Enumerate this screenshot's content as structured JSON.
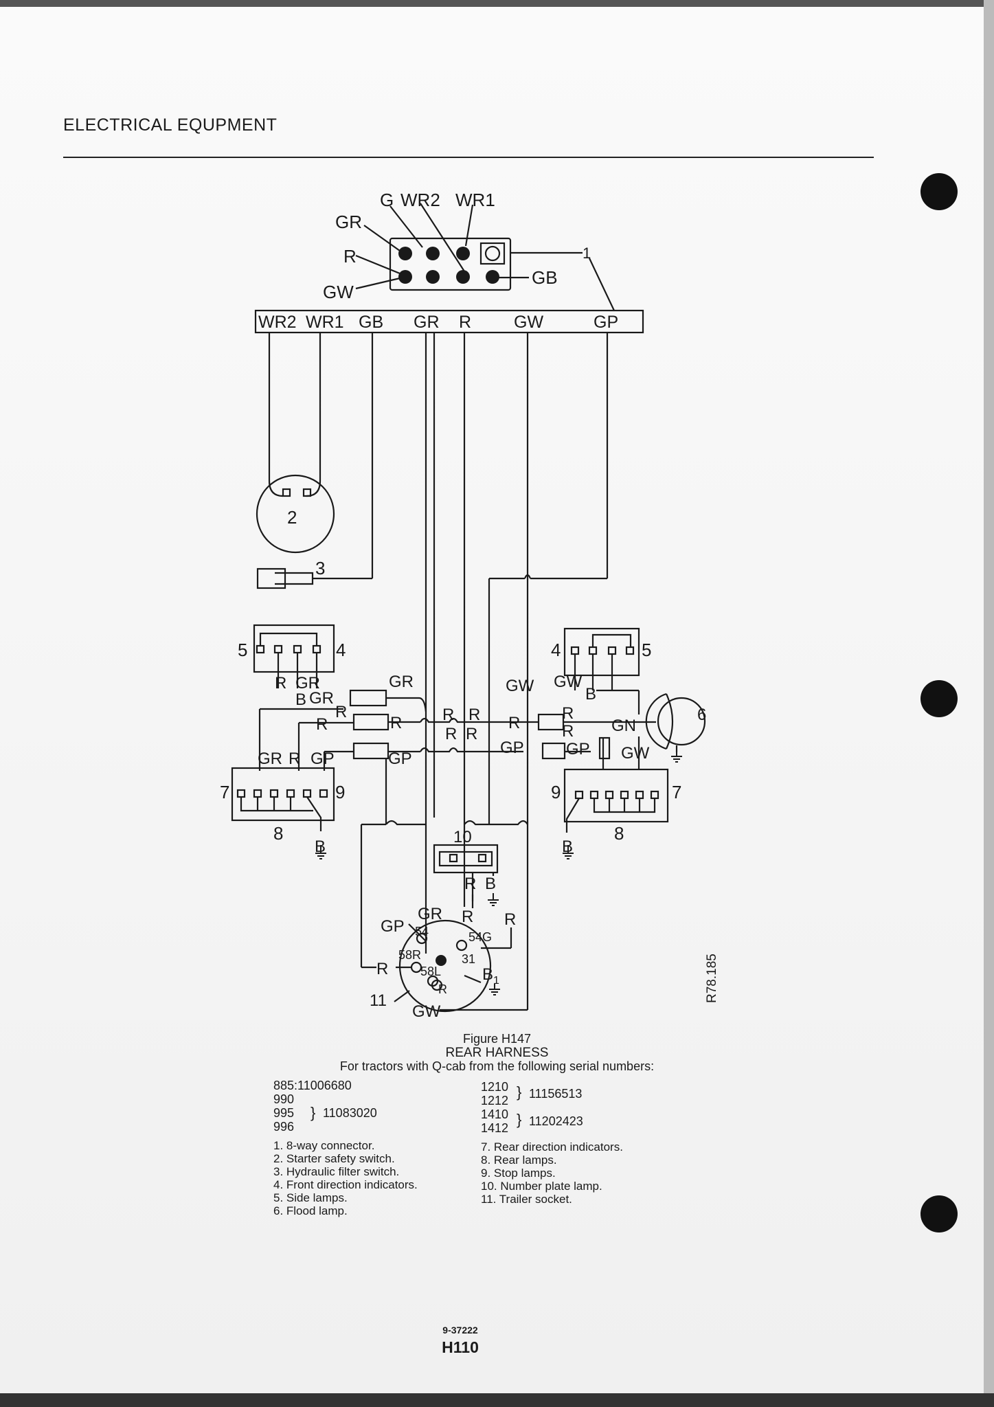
{
  "header": {
    "title": "ELECTRICAL EQUPMENT"
  },
  "connector": {
    "top_labels": [
      "G",
      "WR2",
      "WR1"
    ],
    "left_labels": [
      "GR",
      "R",
      "GW"
    ],
    "right_label": "GB",
    "callout": "1"
  },
  "harness_bar": [
    "WR2",
    "WR1",
    "GB",
    "GR",
    "R",
    "GW",
    "GP"
  ],
  "components": {
    "c2": "2",
    "c3": "3",
    "left_4": "4",
    "left_5": "5",
    "right_4": "4",
    "right_5": "5",
    "flood_6": "6",
    "left_7": "7",
    "left_8": "8",
    "left_9": "9",
    "right_7": "7",
    "right_8": "8",
    "right_9": "9",
    "c10": "10",
    "c11": "11"
  },
  "wire_labels": {
    "GR": "GR",
    "R": "R",
    "GP": "GP",
    "GW": "GW",
    "B": "B",
    "GN": "GN"
  },
  "socket": {
    "pins": [
      "54",
      "54G",
      "58R",
      "58L",
      "31",
      "R"
    ],
    "b1": "B",
    "b1_sub": "1"
  },
  "ref_code": "R78.185",
  "figure": {
    "number": "Figure H147",
    "title": "REAR HARNESS",
    "subtitle": "For tractors with Q-cab from the following serial numbers:"
  },
  "serials": {
    "left_first": "885:11006680",
    "left_group": [
      "990",
      "995",
      "996"
    ],
    "left_group_value": "11083020",
    "right_group1": [
      "1210",
      "1212"
    ],
    "right_group1_value": "11156513",
    "right_group2": [
      "1410",
      "1412"
    ],
    "right_group2_value": "11202423"
  },
  "legend_left": [
    "1. 8-way connector.",
    "2. Starter safety switch.",
    "3. Hydraulic filter switch.",
    "4. Front direction indicators.",
    "5. Side lamps.",
    "6. Flood lamp."
  ],
  "legend_right": [
    "7. Rear direction indicators.",
    "8. Rear lamps.",
    "9. Stop lamps.",
    "10. Number plate lamp.",
    "11. Trailer socket."
  ],
  "footer": {
    "code": "9-37222",
    "page": "H110"
  }
}
